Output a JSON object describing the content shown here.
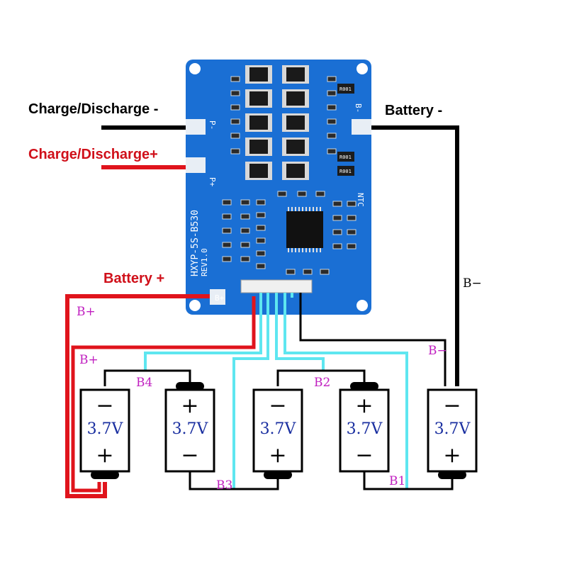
{
  "labels": {
    "charge_discharge_minus": "Charge/Discharge -",
    "charge_discharge_plus": "Charge/Discharge+",
    "battery_minus": "Battery -",
    "battery_plus": "Battery +",
    "b_minus_right": "B−",
    "b_plus_left": "B+",
    "b_plus_inner": "B+",
    "b4": "B4",
    "b2": "B2",
    "b_minus_mid": "B−",
    "b3": "B3",
    "b1": "B1"
  },
  "pcb": {
    "model": "HXYP-5S-B530",
    "rev": "REV1.0",
    "pad_p_minus": "P-",
    "pad_p_plus": "P+",
    "pad_b_minus": "B-",
    "pad_b_plus": "B+",
    "ntc": "NTC",
    "r_labels": [
      "R001",
      "R001",
      "R001"
    ]
  },
  "cells": [
    {
      "voltage": "3.7V",
      "top_symbol": "−",
      "bottom_symbol": "+"
    },
    {
      "voltage": "3.7V",
      "top_symbol": "+",
      "bottom_symbol": "−"
    },
    {
      "voltage": "3.7V",
      "top_symbol": "−",
      "bottom_symbol": "+"
    },
    {
      "voltage": "3.7V",
      "top_symbol": "+",
      "bottom_symbol": "−"
    },
    {
      "voltage": "3.7V",
      "top_symbol": "−",
      "bottom_symbol": "+"
    }
  ],
  "colors": {
    "pcb_blue": "#1a6fd4",
    "wire_black": "#000000",
    "wire_red": "#e0141c",
    "wire_cyan": "#5ee6f0",
    "label_red": "#d0101a",
    "label_magenta": "#c020c0",
    "text_blue": "#1a2fa0"
  }
}
